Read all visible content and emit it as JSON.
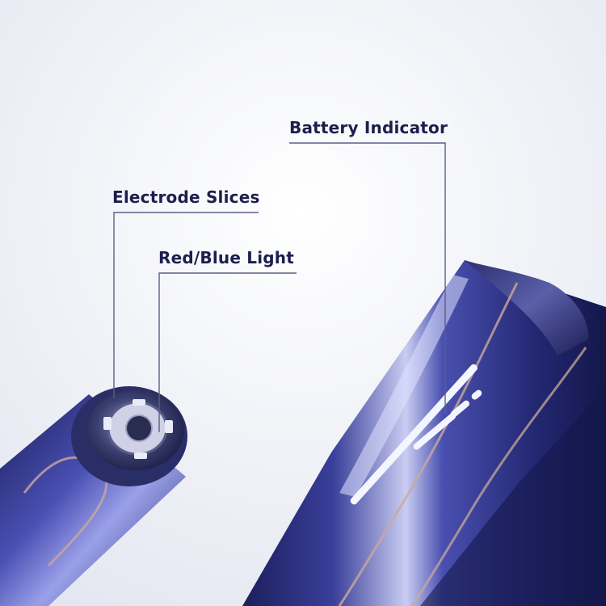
{
  "callouts": {
    "battery_indicator": "Battery Indicator",
    "electrode_slices": "Electrode Slices",
    "red_blue_light": "Red/Blue Light"
  },
  "colors": {
    "background": "#eef0f6",
    "label_text": "#1c1f4d",
    "leader_line": "#5a5f86",
    "device_body": "#2b2f7a",
    "indicator_glow": "#f4f6ff"
  }
}
